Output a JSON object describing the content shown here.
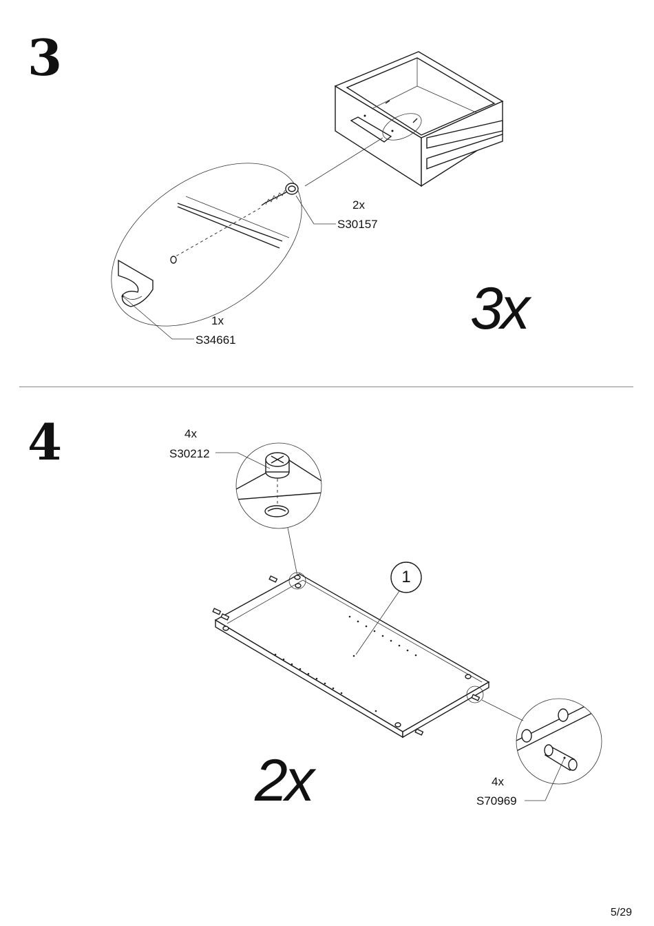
{
  "page": {
    "page_number": "5/29"
  },
  "step3": {
    "number": "3",
    "quantity": "3x",
    "parts": [
      {
        "count": "2x",
        "code": "S30157",
        "icon": "screw-icon"
      },
      {
        "count": "1x",
        "code": "S34661",
        "icon": "handle-icon"
      }
    ]
  },
  "step4": {
    "number": "4",
    "quantity": "2x",
    "panel_label": "1",
    "parts": [
      {
        "count": "4x",
        "code": "S30212",
        "icon": "cam-lock-icon"
      },
      {
        "count": "4x",
        "code": "S70969",
        "icon": "dowel-icon"
      }
    ]
  }
}
